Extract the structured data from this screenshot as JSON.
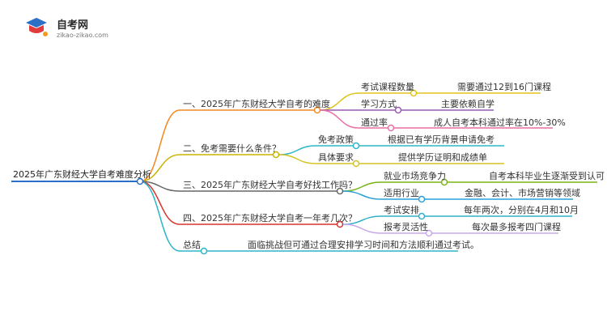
{
  "brand": {
    "name": "自考网",
    "url": "zikao-zikao.com",
    "logo_colors": {
      "primary": "#e23b3b",
      "secondary": "#2b6fc7",
      "accent": "#f29b1d"
    }
  },
  "mindmap": {
    "root": "2025年广东财经大学自考难度分析",
    "root_color": "#2b6fc7",
    "branches": [
      {
        "label": "一、2025年广东财经大学自考的难度",
        "color": "#f08a24",
        "children": [
          {
            "label": "考试课程数量",
            "color": "#e0c21b",
            "leaf": "需要通过12到16门课程"
          },
          {
            "label": "学习方式",
            "color": "#9b59b6",
            "leaf": "主要依赖自学"
          },
          {
            "label": "通过率",
            "color": "#e96fa6",
            "leaf": "成人自考本科通过率在10%-30%"
          }
        ]
      },
      {
        "label": "二、免考需要什么条件？",
        "color": "#c9b400",
        "children": [
          {
            "label": "免考政策",
            "color": "#2fb8c7",
            "leaf": "根据已有学历背景申请免考"
          },
          {
            "label": "具体要求",
            "color": "#d4c42a",
            "leaf": "提供学历证明和成绩单"
          }
        ]
      },
      {
        "label": "三、2025年广东财经大学自考好找工作吗？",
        "color": "#666666",
        "children": [
          {
            "label": "就业市场竞争力",
            "color": "#7ab317",
            "leaf": "自考本科毕业生逐渐受到认可"
          },
          {
            "label": "适用行业",
            "color": "#2b9fd6",
            "leaf": "金融、会计、市场营销等领域"
          }
        ]
      },
      {
        "label": "四、2025年广东财经大学自考一年考几次？",
        "color": "#d9342b",
        "children": [
          {
            "label": "考试安排",
            "color": "#33b0c9",
            "leaf": "每年两次，分别在4月和10月"
          },
          {
            "label": "报考灵活性",
            "color": "#c8a8e8",
            "leaf": "每次最多报考四门课程"
          }
        ]
      },
      {
        "label": "总结",
        "color": "#2bb6c9",
        "children": [],
        "leaf": "面临挑战但可通过合理安排学习时间和方法顺利通过考试。"
      }
    ]
  }
}
